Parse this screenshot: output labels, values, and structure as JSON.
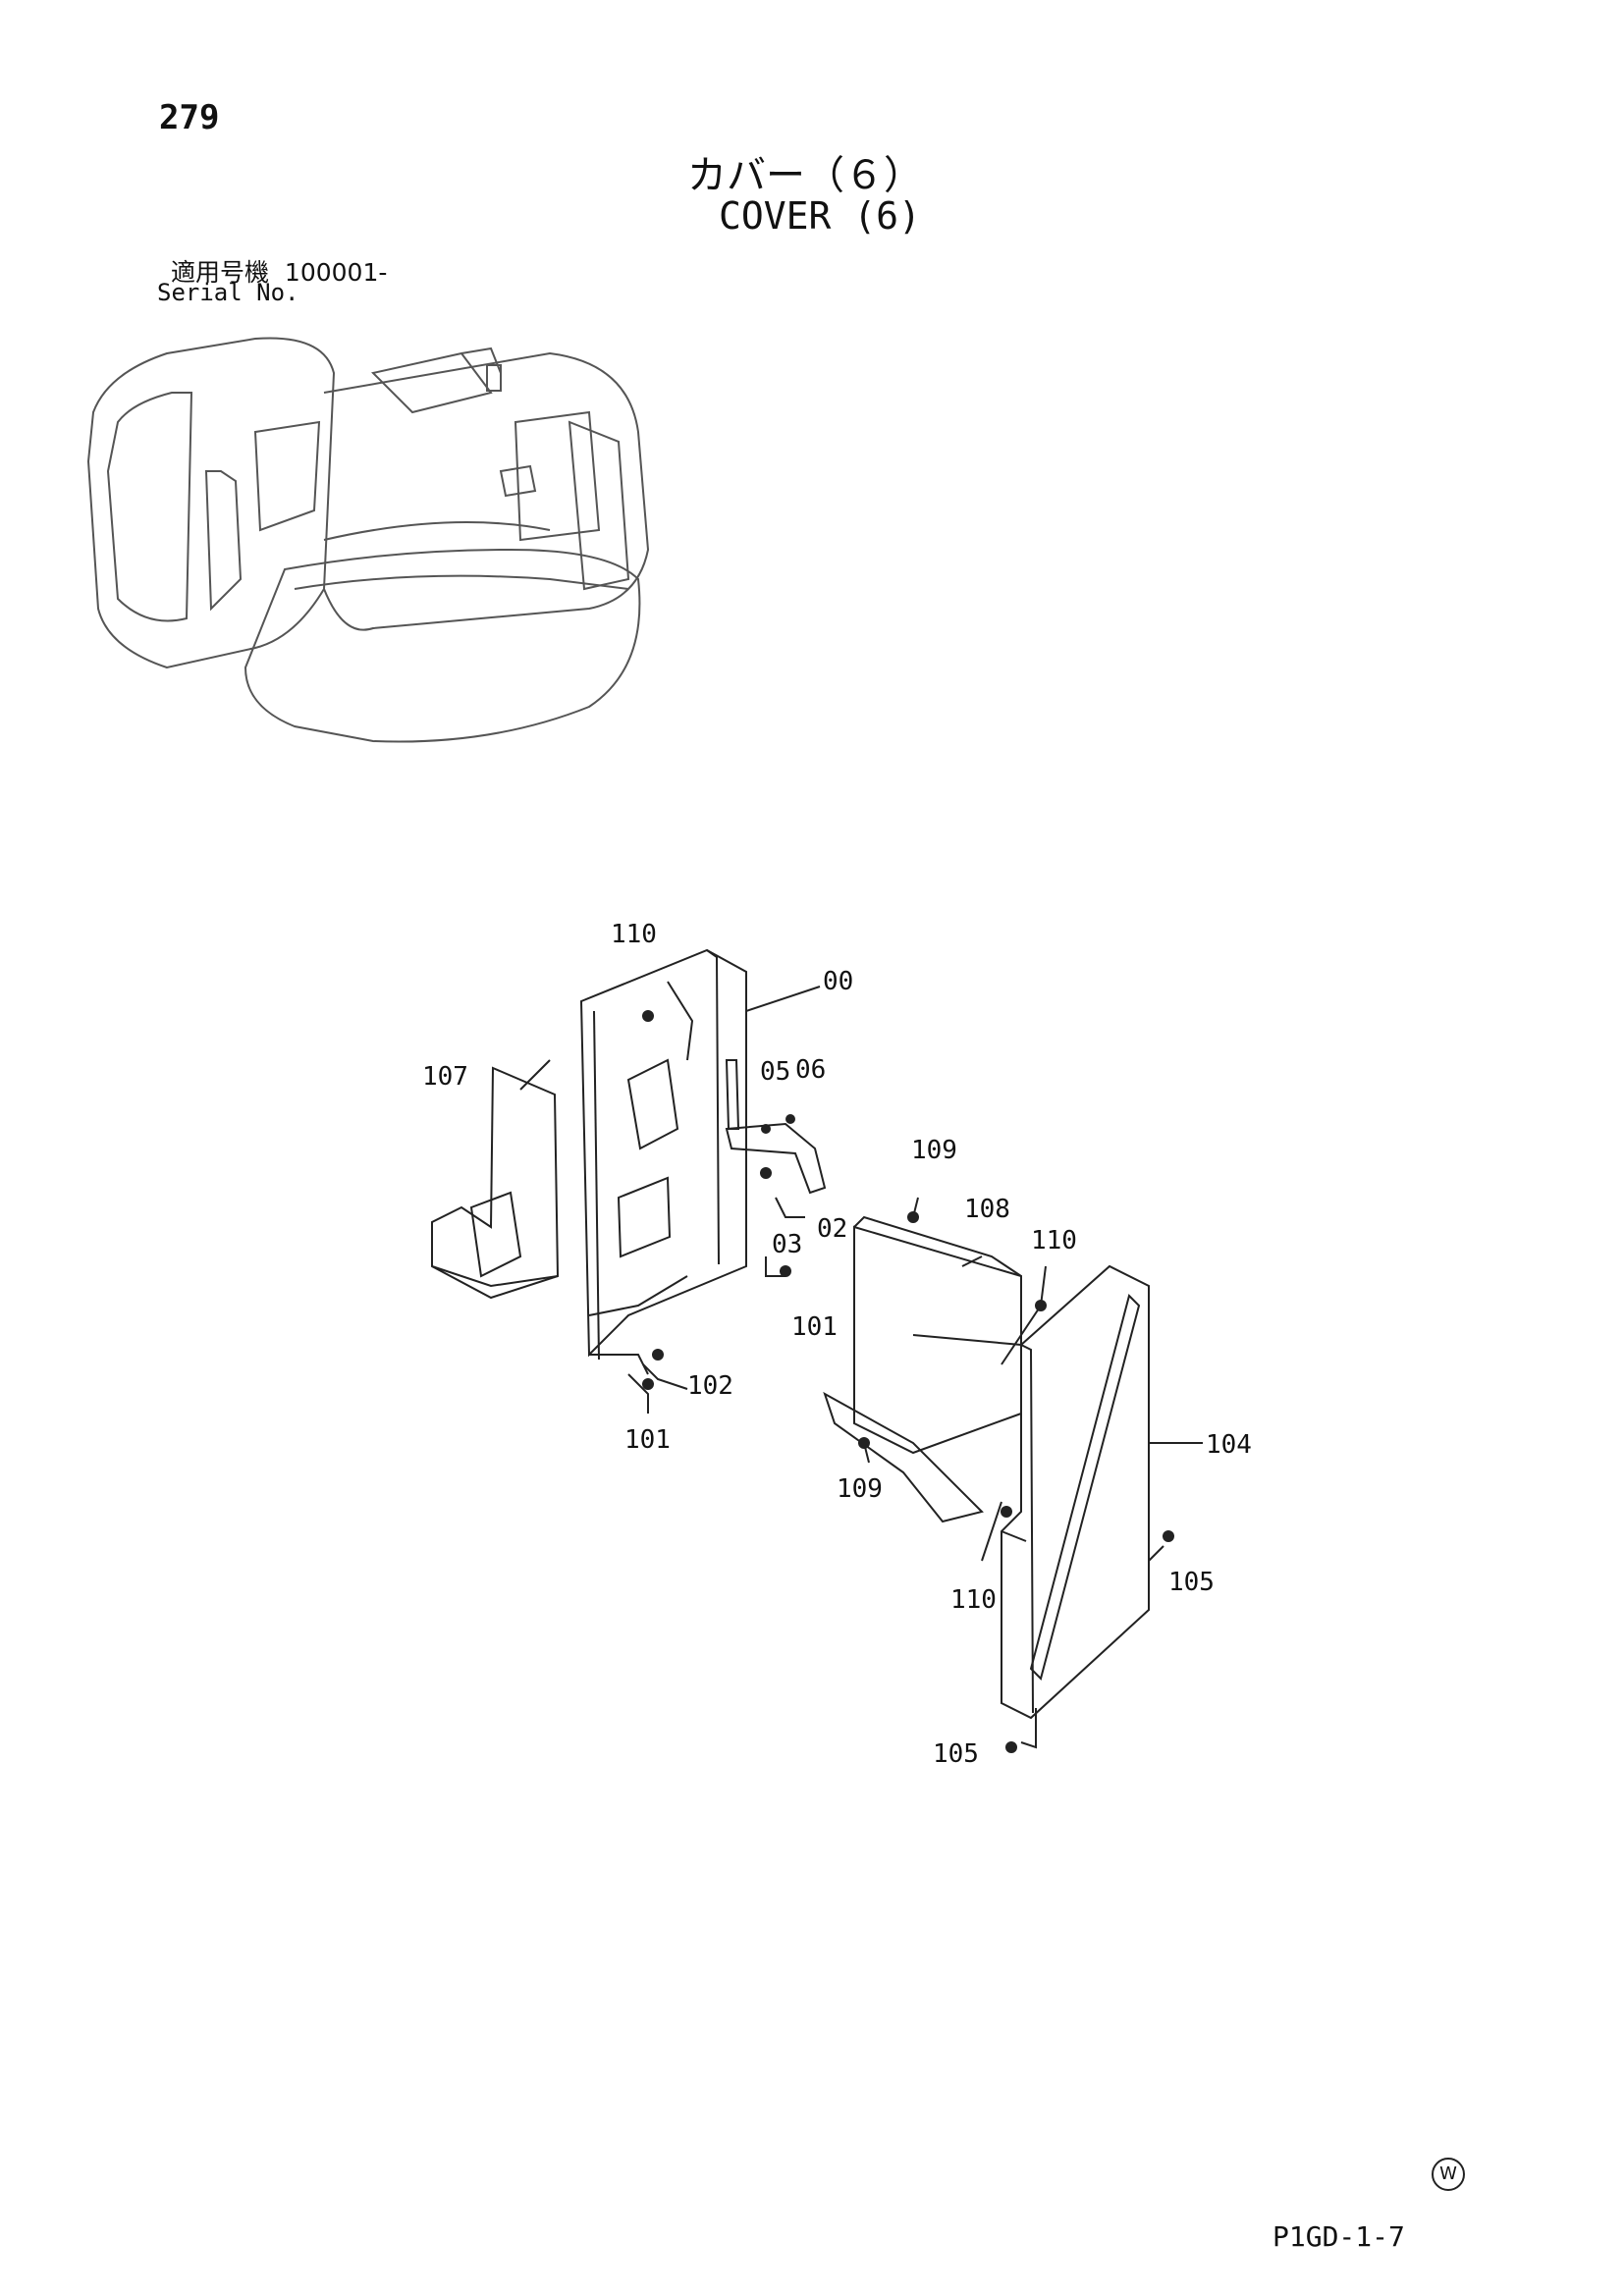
{
  "page_number": "279",
  "title_jp": "カバー（６）",
  "title_en": "COVER (6)",
  "serial_label_jp": "適用号機",
  "serial_value": "100001-",
  "serial_label_en": "Serial No.",
  "callouts": [
    "110",
    "00",
    "107",
    "05",
    "06",
    "109",
    "108",
    "110",
    "03",
    "02",
    "101",
    "102",
    "101",
    "104",
    "109",
    "110",
    "105",
    "105"
  ],
  "watermark_symbol": "W",
  "doc_code": "P1GD-1-7"
}
